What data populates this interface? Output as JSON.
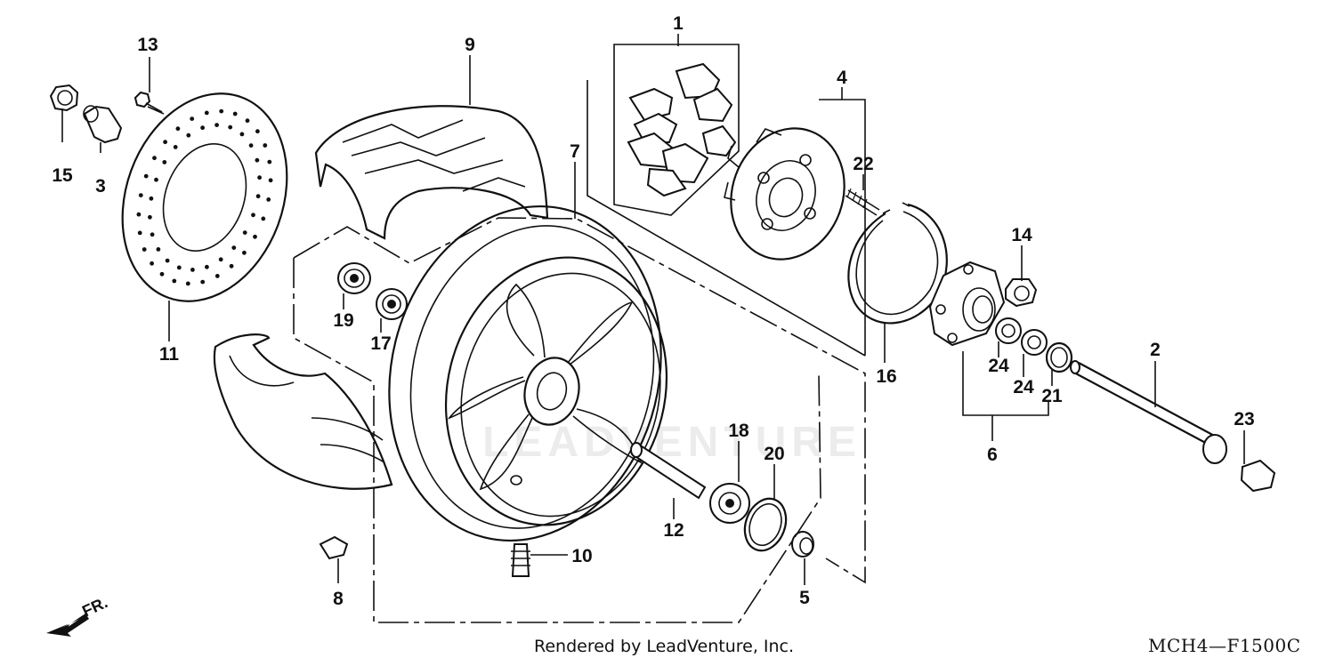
{
  "watermark": "LEADVENTURE",
  "footer": {
    "credit": "Rendered by LeadVenture, Inc.",
    "diagram_code": "MCH4—F1500C"
  },
  "direction_label": "FR.",
  "callouts": {
    "c1": "1",
    "c2": "2",
    "c3": "3",
    "c4": "4",
    "c5": "5",
    "c6": "6",
    "c7": "7",
    "c8": "8",
    "c9": "9",
    "c10": "10",
    "c11": "11",
    "c12": "12",
    "c13": "13",
    "c14": "14",
    "c15": "15",
    "c16": "16",
    "c17": "17",
    "c18": "18",
    "c19": "19",
    "c20": "20",
    "c21": "21",
    "c22": "22",
    "c23": "23",
    "c24a": "24",
    "c24b": "24"
  }
}
